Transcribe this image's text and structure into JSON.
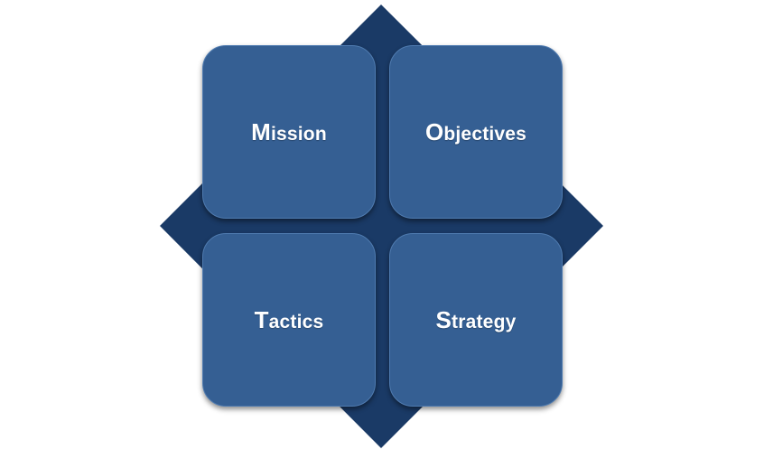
{
  "colors": {
    "diamond_fill": "#1a3a66",
    "quadrant_fill": "#355f93",
    "quadrant_border": "#4f7bb0",
    "label_text": "#ffffff",
    "background": "#ffffff"
  },
  "quadrants": [
    {
      "first_letter": "M",
      "rest": "ission"
    },
    {
      "first_letter": "O",
      "rest": "bjectives"
    },
    {
      "first_letter": "T",
      "rest": "actics"
    },
    {
      "first_letter": "S",
      "rest": "trategy"
    }
  ]
}
